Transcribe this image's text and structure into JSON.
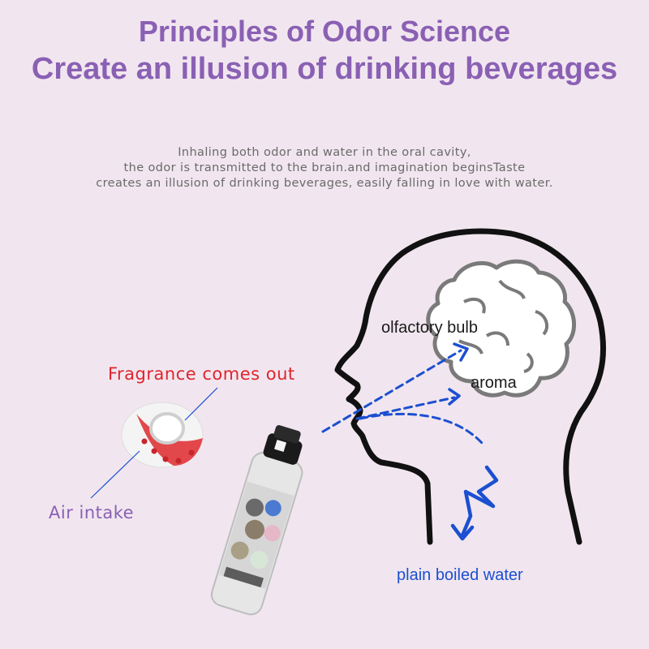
{
  "title_line1": "Principles of Odor Science",
  "title_line2": "Create an illusion of drinking beverages",
  "description": [
    "Inhaling both odor and water in the oral cavity,",
    "the odor is transmitted to the brain.and imagination beginsTaste",
    "creates an illusion of drinking beverages, easily falling in love with water."
  ],
  "labels": {
    "fragrance": "Fragrance comes out",
    "air_intake": "Air intake",
    "olfactory_bulb": "olfactory bulb",
    "aroma": "aroma",
    "plain_water": "plain boiled water"
  },
  "colors": {
    "background": "#f1e6ef",
    "title": "#8a60b4",
    "fragrance_label": "#e0242c",
    "arrow": "#1c4fd1"
  },
  "icons": [
    "head-outline-icon",
    "brain-icon",
    "fragrance-ring-icon",
    "water-bottle-icon"
  ]
}
